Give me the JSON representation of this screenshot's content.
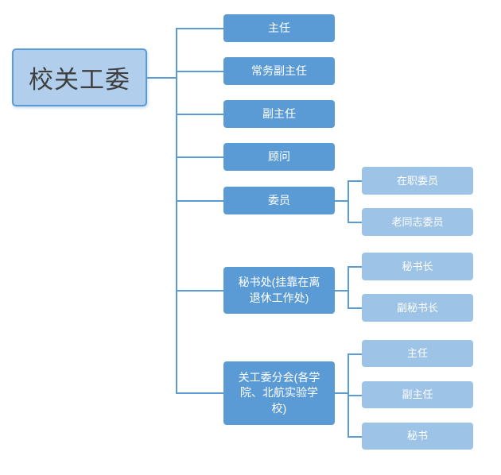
{
  "org_chart": {
    "root": {
      "label": "校关工委",
      "children": [
        {
          "label": "主任"
        },
        {
          "label": "常务副主任"
        },
        {
          "label": "副主任"
        },
        {
          "label": "顾问"
        },
        {
          "label": "委员",
          "children": [
            {
              "label": "在职委员"
            },
            {
              "label": "老同志委员"
            }
          ]
        },
        {
          "label": "秘书处(挂靠在离退休工作处)",
          "children": [
            {
              "label": "秘书长"
            },
            {
              "label": "副秘书长"
            }
          ]
        },
        {
          "label": "关工委分会(各学院、北航实验学校)",
          "children": [
            {
              "label": "主任"
            },
            {
              "label": "副主任"
            },
            {
              "label": "秘书"
            }
          ]
        }
      ]
    }
  },
  "colors": {
    "line": "#5B9BD5",
    "level1_fill": "#5B9BD5",
    "level2_fill": "#9DC3E6",
    "root_fill": "#B1CFEC",
    "root_border": "#5B9BD5",
    "root_text": "#3F3F3F",
    "node_text": "#FFFFFF"
  }
}
